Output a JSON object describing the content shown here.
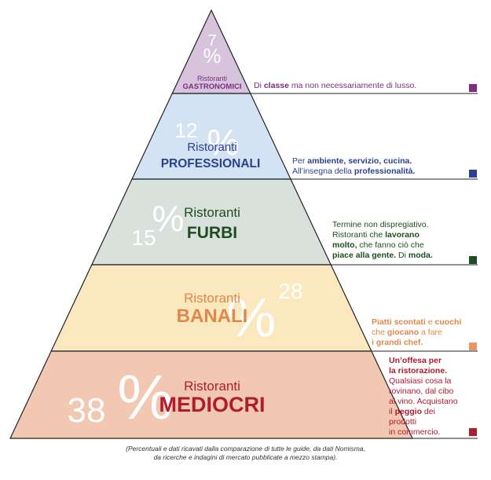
{
  "levels": [
    {
      "key": "gastronomici",
      "pct": "7",
      "pct_sign": "%",
      "label_top": "Ristoranti",
      "label_main": "GASTRONOMICI",
      "fill": "#d7c4dc",
      "pct_color": "#ffffff",
      "label_color": "#7b2e83",
      "square": "#7b2e83",
      "desc": [
        {
          "t": "Di "
        },
        {
          "t": "classe",
          "b": true
        },
        {
          "t": " ma non necessariamente di lusso."
        }
      ]
    },
    {
      "key": "professionali",
      "pct": "12",
      "pct_sign": "%",
      "label_top": "Ristoranti",
      "label_main": "PROFESSIONALI",
      "fill": "#d3e3f4",
      "pct_color": "#ffffff",
      "label_color": "#2d3f8f",
      "square": "#2d3f8f",
      "desc": [
        {
          "t": "Per "
        },
        {
          "t": "ambiente, servizio, cucina.",
          "b": true
        },
        {
          "br": true
        },
        {
          "t": "All’insegna della "
        },
        {
          "t": "professionalità.",
          "b": true
        }
      ]
    },
    {
      "key": "furbi",
      "pct": "15",
      "pct_sign": "%",
      "label_top": "Ristoranti",
      "label_main": "FURBI",
      "fill": "#d9e1dc",
      "pct_color": "#ffffff",
      "label_color": "#1f4d1f",
      "square": "#1f4d1f",
      "desc": [
        {
          "t": "Termine non dispregiativo."
        },
        {
          "br": true
        },
        {
          "t": "Ristoranti che "
        },
        {
          "t": "lavorano",
          "b": true
        },
        {
          "br": true
        },
        {
          "t": "molto,",
          "b": true
        },
        {
          "t": " che fanno ciò che"
        },
        {
          "br": true
        },
        {
          "t": "piace alla gente.",
          "b": true
        },
        {
          "t": " Di "
        },
        {
          "t": "moda.",
          "b": true
        }
      ]
    },
    {
      "key": "banali",
      "pct": "28",
      "pct_sign": "%",
      "label_top": "Ristoranti",
      "label_main": "BANALI",
      "fill": "#fbe8bf",
      "pct_color": "#ffffff",
      "label_color": "#e0874a",
      "square": "#e8956a",
      "desc": [
        {
          "t": "Piatti scontati",
          "b": true
        },
        {
          "t": " e "
        },
        {
          "t": "cuochi",
          "b": true
        },
        {
          "br": true
        },
        {
          "t": "che "
        },
        {
          "t": "giocano",
          "b": true
        },
        {
          "t": " a fare"
        },
        {
          "br": true
        },
        {
          "t": "i grandi chef.",
          "b": true
        }
      ]
    },
    {
      "key": "mediocri",
      "pct": "38",
      "pct_sign": "%",
      "label_top": "Ristoranti",
      "label_main": "MEDIOCRI",
      "fill": "#f2c8b2",
      "pct_color": "#ffffff",
      "label_color": "#b01b2e",
      "square": "#b01b2e",
      "desc": [
        {
          "t": "Un’offesa per",
          "b": true
        },
        {
          "br": true
        },
        {
          "t": "la ristorazione.",
          "b": true
        },
        {
          "br": true
        },
        {
          "t": "Qualsiasi cosa la"
        },
        {
          "br": true
        },
        {
          "t": "rovinano, dal cibo"
        },
        {
          "br": true
        },
        {
          "t": "al vino. Acquistano"
        },
        {
          "br": true
        },
        {
          "t": "il "
        },
        {
          "t": "peggio",
          "b": true
        },
        {
          "t": " dei"
        },
        {
          "br": true
        },
        {
          "t": "prodotti"
        },
        {
          "br": true
        },
        {
          "t": "in commercio."
        }
      ]
    }
  ],
  "footnote_line1": "(Percentuali e dati ricavati dalla comparazione di tutte le guide, da dati Nomisma,",
  "footnote_line2": "da ricerche e indagini di mercato pubblicate a mezzo stampa)."
}
